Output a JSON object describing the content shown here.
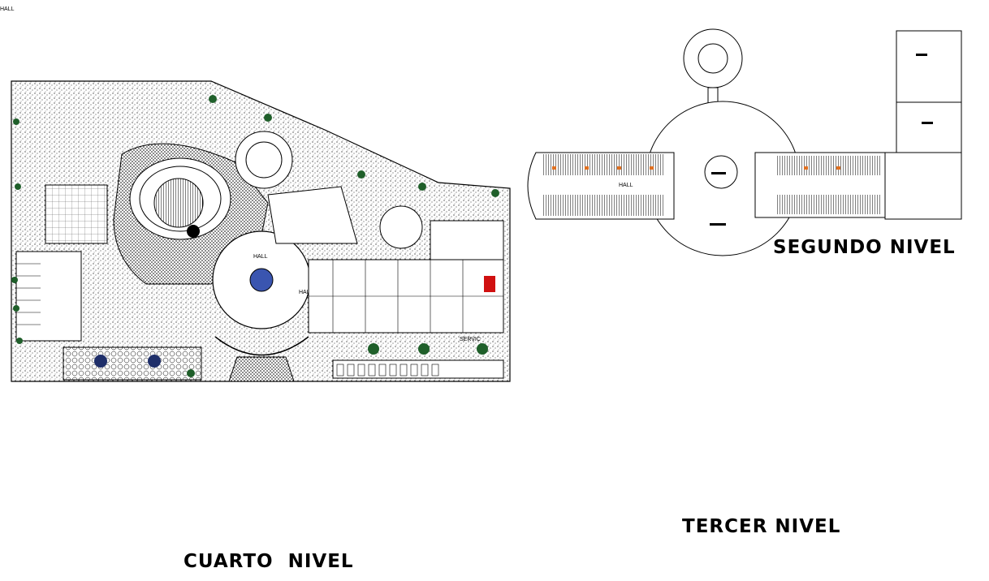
{
  "drawing": {
    "site_plan": {
      "hall_labels": [
        "HALL",
        "HALL"
      ],
      "service_label": "SERVIC"
    },
    "segundo": {
      "title": "SEGUNDO NIVEL",
      "hall_label": "HALL"
    },
    "tercer": {
      "title": "TERCER NIVEL",
      "hall_label": "HALL"
    },
    "cuarto": {
      "title": "CUARTO  NIVEL"
    }
  },
  "colors": {
    "line": "#000000",
    "vegetation": "#1f5f2a",
    "water": "#2a3f9a",
    "accent_orange": "#e07020",
    "accent_red": "#d01010",
    "accent_yellow": "#f0c020",
    "paper": "#ffffff"
  }
}
